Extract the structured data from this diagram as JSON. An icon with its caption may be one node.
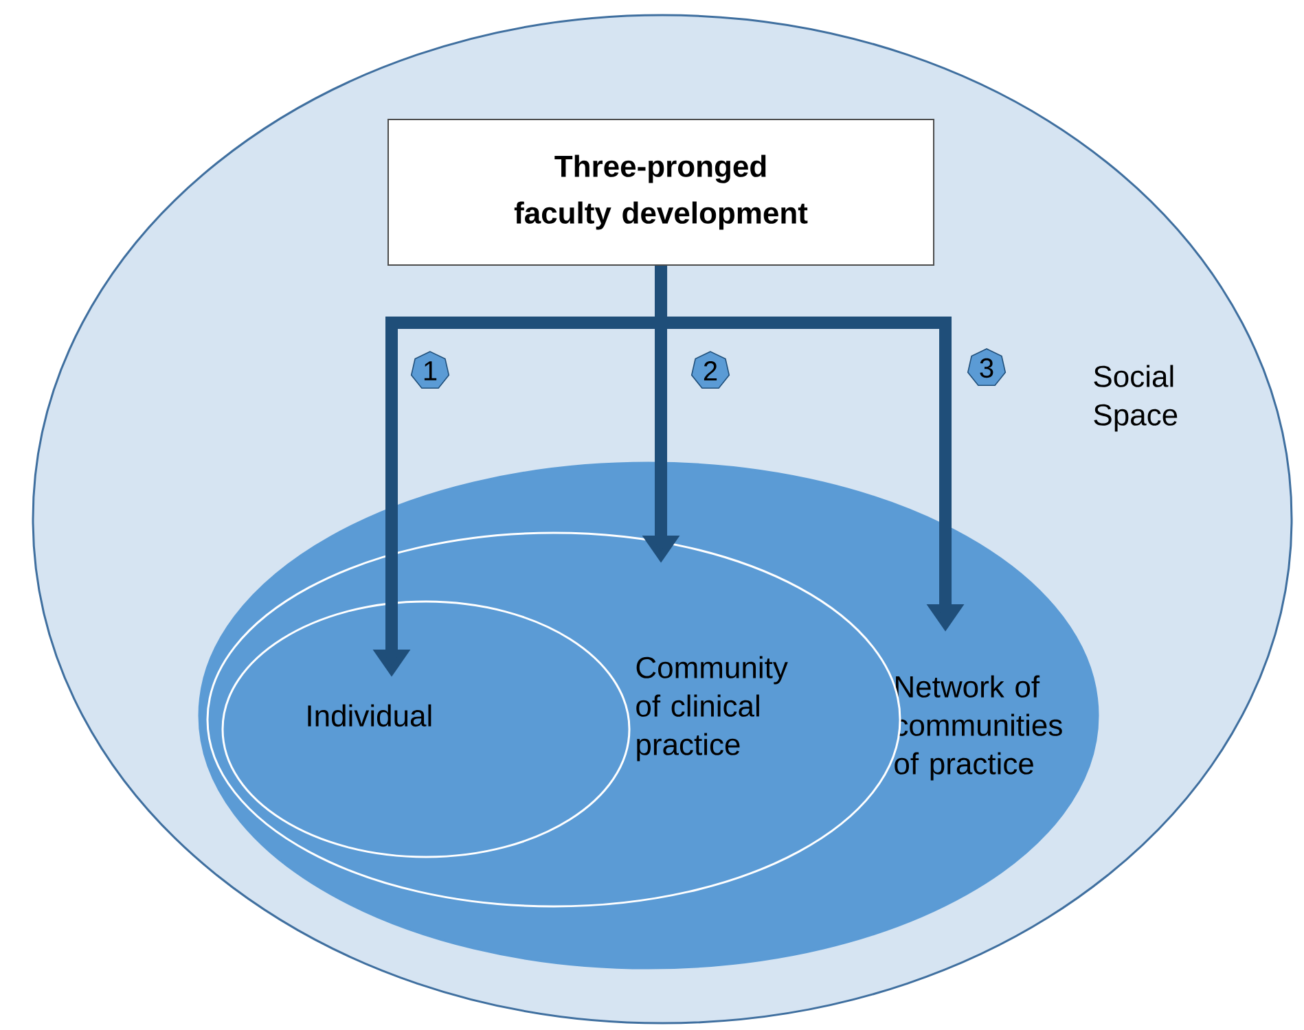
{
  "diagram": {
    "nodes": [
      {
        "text": [
          "Social Space"
        ]
      },
      {
        "text": [
          "Network of communities of practice"
        ],
        "in": 0
      },
      {
        "text": [
          "Community of clinical practice"
        ],
        "in": 1
      },
      {
        "text": [
          "Individual"
        ],
        "in": 2
      },
      {
        "text": [
          "Three-pronged faculty development"
        ],
        "in": 0
      }
    ],
    "edges": [
      {
        "from": 4,
        "to": 3,
        "arrow": "to",
        "label": "1"
      },
      {
        "from": 4,
        "to": 2,
        "arrow": "to",
        "label": "2"
      },
      {
        "from": 4,
        "to": 1,
        "arrow": "to",
        "label": "3"
      }
    ]
  }
}
